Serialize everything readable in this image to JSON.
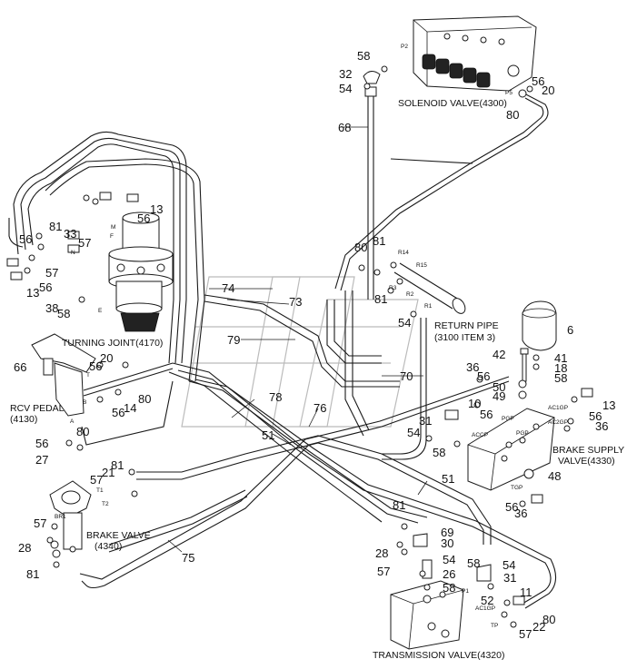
{
  "components": {
    "solenoid_valve": "SOLENOID VALVE(4300)",
    "turning_joint": "TURNING JOINT(4170)",
    "rcv_pedal_line1": "RCV PEDAL",
    "rcv_pedal_line2": "(4130)",
    "return_pipe_line1": "RETURN PIPE",
    "return_pipe_line2": "(3100 ITEM 3)",
    "brake_supply_valve_line1": "BRAKE SUPPLY",
    "brake_supply_valve_line2": "VALVE(4330)",
    "brake_valve_line1": "BRAKE VALVE",
    "brake_valve_line2": "(4340)",
    "transmission_valve": "TRANSMISSION VALVE(4320)"
  },
  "callouts": {
    "c58a": "58",
    "c32": "32",
    "c54a": "54",
    "c68": "68",
    "c56a": "56",
    "c20a": "20",
    "c80a": "80",
    "c13a": "13",
    "c56b": "56",
    "c33": "33",
    "c81a": "81",
    "c57a": "57",
    "c56c": "56",
    "c57b": "57",
    "c13b": "13",
    "c56d": "56",
    "c38": "38",
    "c58b": "58",
    "c81b": "81",
    "c80b": "80",
    "c14a": "R14",
    "c15a": "R15",
    "c3a": "R3",
    "c2a": "R2",
    "c1a": "R1",
    "c81c": "81",
    "c54b": "54",
    "c74": "74",
    "c73": "73",
    "c79": "79",
    "c78": "78",
    "c76": "76",
    "c51a": "51",
    "c70": "70",
    "c6": "6",
    "c42": "42",
    "c41": "41",
    "c18": "18",
    "c58c": "58",
    "c66": "66",
    "c56e": "56",
    "c20b": "20",
    "c14b": "14",
    "c56f": "56",
    "c80c": "80",
    "c80d": "80",
    "c56g": "56",
    "c27": "27",
    "c36a": "36",
    "c56h": "56",
    "c10": "10",
    "c50": "50",
    "c49": "49",
    "c56i": "56",
    "c31a": "31",
    "c54c": "54",
    "c58d": "58",
    "c13c": "13",
    "c56j": "56",
    "c36b": "36",
    "c48": "48",
    "c56k": "56",
    "c36c": "36",
    "c81d": "81",
    "c57c": "57",
    "c21": "21",
    "c57d": "57",
    "c28a": "28",
    "c81e": "81",
    "c75": "75",
    "c51b": "51",
    "c81f": "81",
    "c69": "69",
    "c30": "30",
    "c28b": "28",
    "c54d": "54",
    "c57e": "57",
    "c26": "26",
    "c58e": "58",
    "c58f": "58",
    "c54e": "54",
    "c31b": "31",
    "c11": "11",
    "c52": "52",
    "c80e": "80",
    "c22": "22",
    "c57f": "57"
  },
  "port_labels": {
    "p_p2": "P2",
    "p_p5": "P5",
    "p_m": "M",
    "p_f": "F",
    "p_e": "E",
    "p_n": "N",
    "p_a": "A",
    "p_b": "B",
    "p_t": "T",
    "p_br1": "BR1",
    "p_t1": "T1",
    "p_t2": "T2",
    "p_accp": "ACCP",
    "p_pgp": "PGP",
    "p_pgp2": "PGP",
    "p_ac1gp": "AC1GP",
    "p_ac2gp": "AC2GP",
    "p_tgp": "TGP",
    "p_p1": "P1",
    "p_ac1gp2": "AC1GP",
    "p_tp": "TP"
  }
}
